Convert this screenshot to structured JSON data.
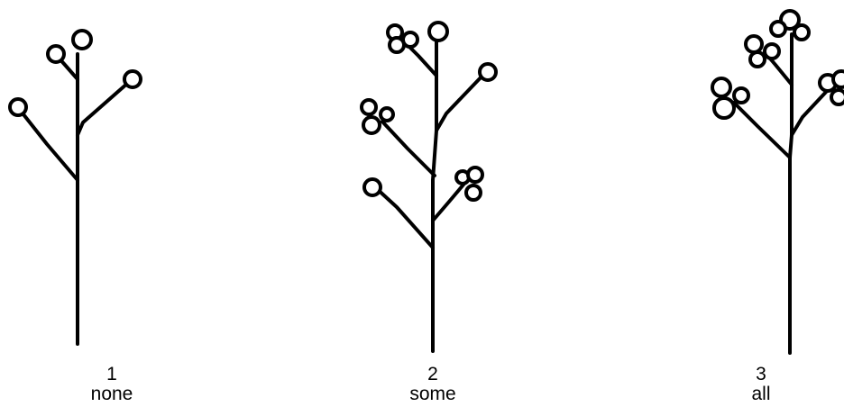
{
  "stages": [
    {
      "number": "1",
      "label": "none"
    },
    {
      "number": "2",
      "label": "some"
    },
    {
      "number": "3",
      "label": "all"
    }
  ],
  "colors": {
    "ink": "#000000",
    "background": "#ffffff"
  },
  "icons": [
    "plant-stem-icon",
    "flower-bud-icon",
    "open-flower-icon"
  ]
}
